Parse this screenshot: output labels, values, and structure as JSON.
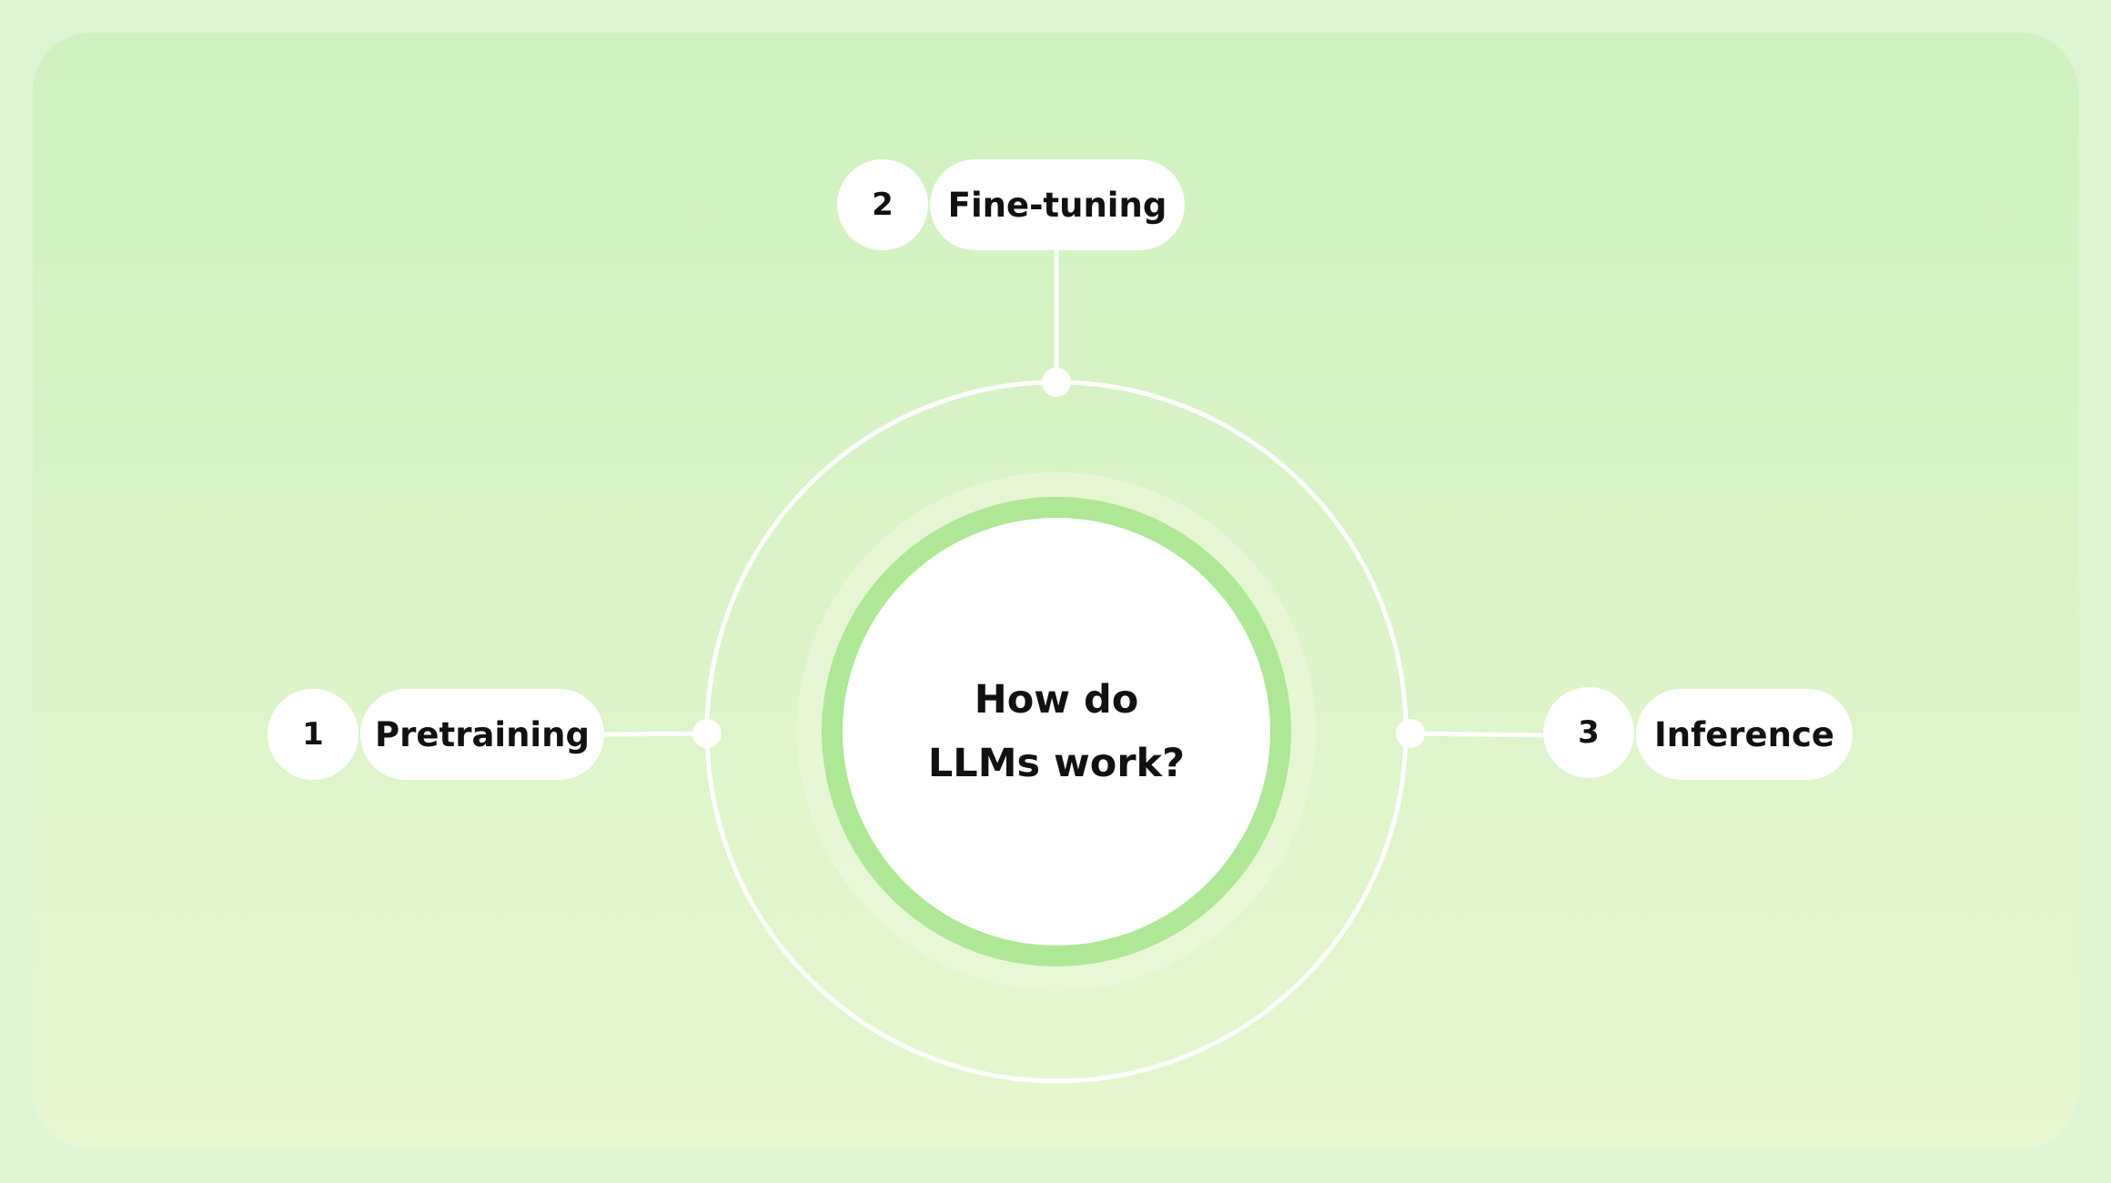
{
  "center": {
    "line1": "How do",
    "line2": "LLMs work?"
  },
  "steps": [
    {
      "number": "1",
      "label": "Pretraining"
    },
    {
      "number": "2",
      "label": "Fine-tuning"
    },
    {
      "number": "3",
      "label": "Inference"
    }
  ],
  "colors": {
    "background": "#def5d4",
    "panel_top": "#d0f2c0",
    "panel_bottom": "#e6f6cf",
    "ring_accent": "#aee896",
    "node_fill": "#ffffff",
    "text": "#111111"
  }
}
